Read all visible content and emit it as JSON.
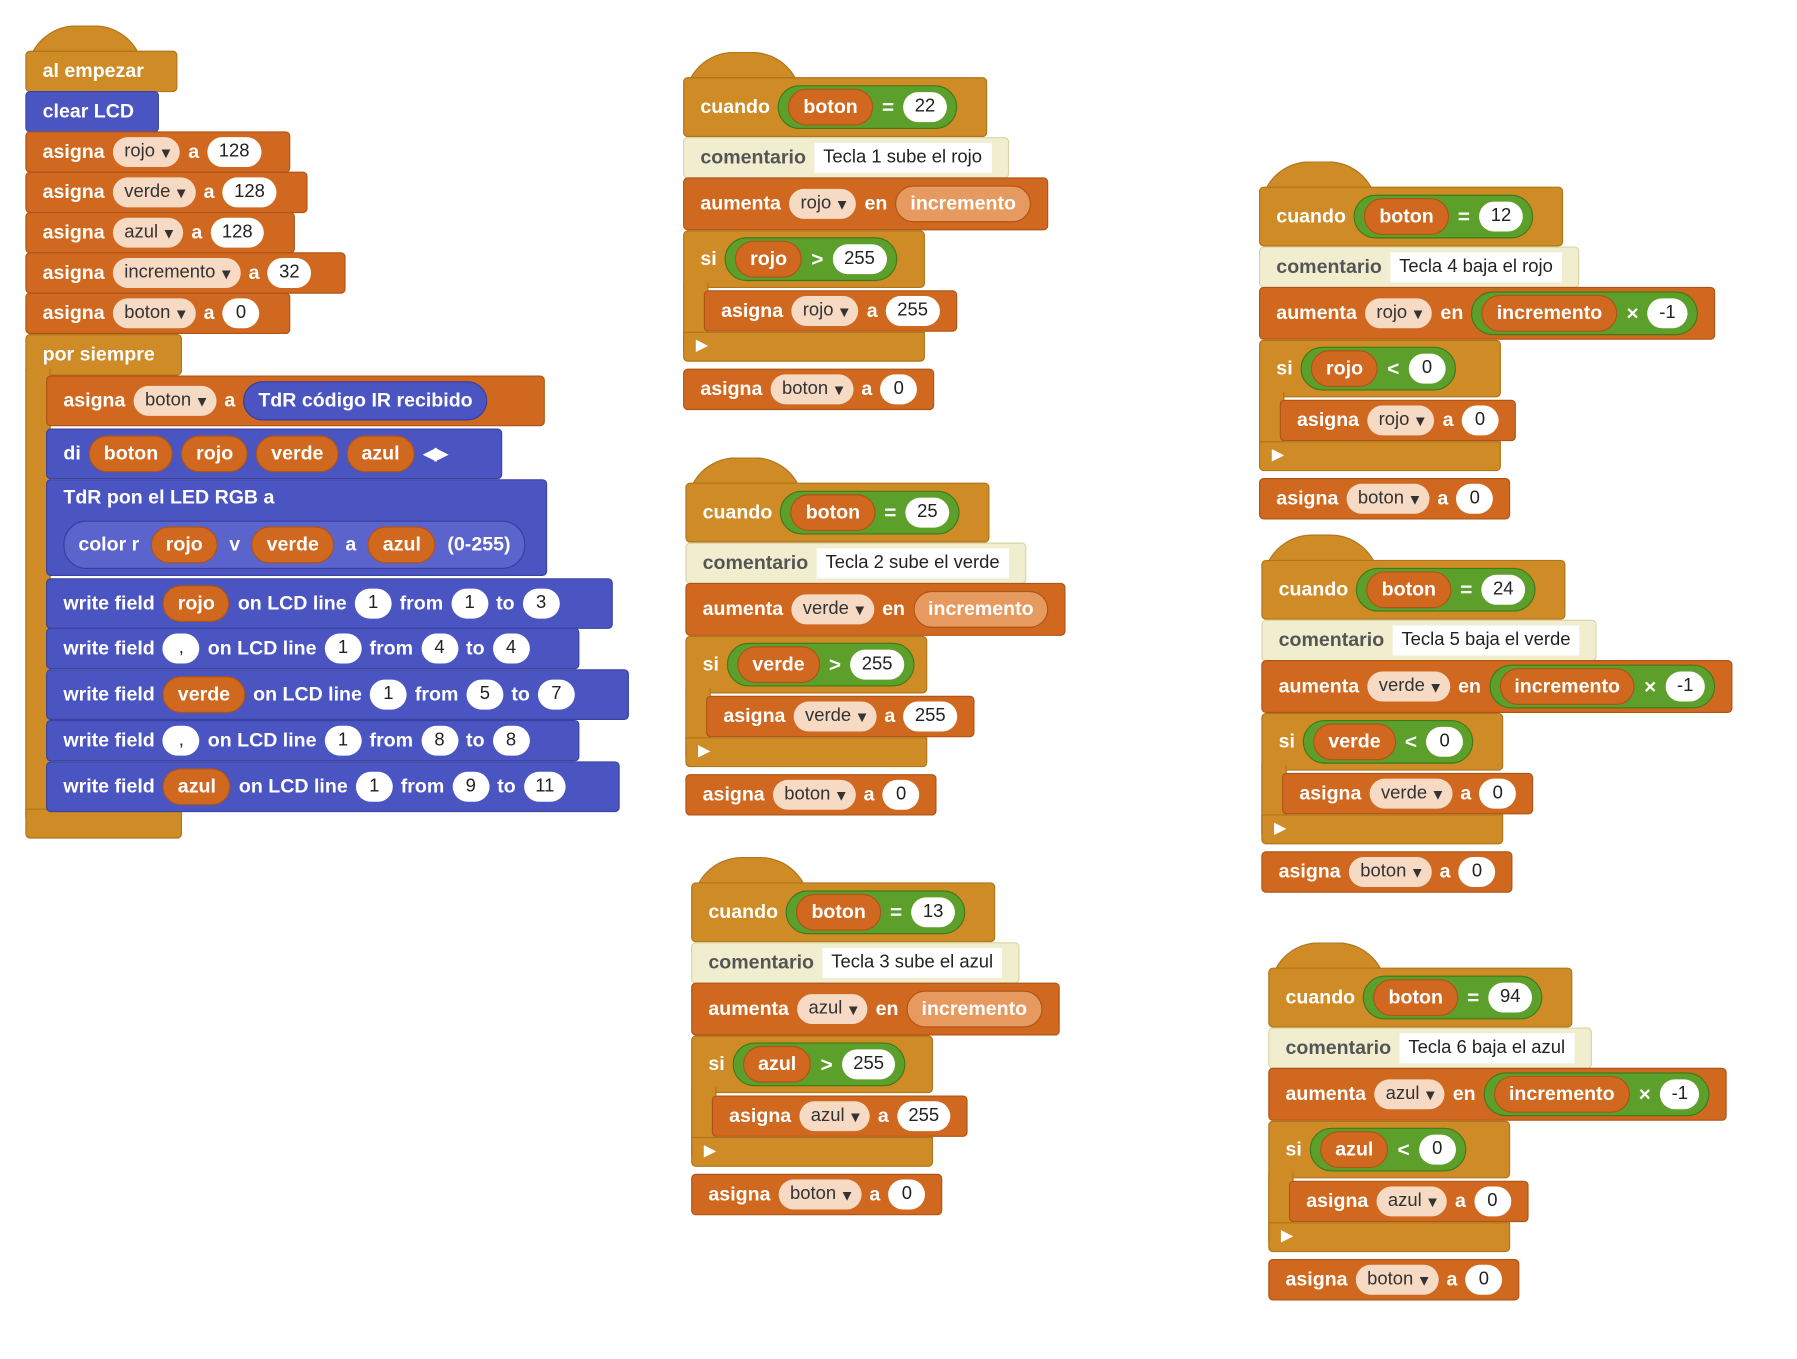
{
  "colors": {
    "events": "#cf8b25",
    "variables": "#d0691f",
    "lcd": "#4b55c2",
    "condition": "#5d9f2b",
    "comment": "#f1eecf"
  },
  "main": {
    "hat": "al empezar",
    "clear": "clear LCD",
    "assign_kw": "asigna",
    "a_kw": "a",
    "assigns": [
      {
        "var": "rojo",
        "value": "128"
      },
      {
        "var": "verde",
        "value": "128"
      },
      {
        "var": "azul",
        "value": "128"
      },
      {
        "var": "incremento",
        "value": "32"
      },
      {
        "var": "boton",
        "value": "0"
      }
    ],
    "forever": "por siempre",
    "loop_assign": {
      "var": "boton",
      "reporter": "TdR código IR recibido"
    },
    "say": {
      "kw": "di",
      "items": [
        "boton",
        "rojo",
        "verde",
        "azul"
      ]
    },
    "led": {
      "title": "TdR pon el LED RGB a",
      "color_kw": "color r",
      "r": "rojo",
      "v_kw": "v",
      "v": "verde",
      "a_kw": "a",
      "a": "azul",
      "range": "(0-255)"
    },
    "write_kw": "write field",
    "on_kw": "on LCD line",
    "from_kw": "from",
    "to_kw": "to",
    "writes": [
      {
        "field": "rojo",
        "line": "1",
        "from": "1",
        "to": "3"
      },
      {
        "field": ",",
        "line": "1",
        "from": "4",
        "to": "4"
      },
      {
        "field": "verde",
        "line": "1",
        "from": "5",
        "to": "7"
      },
      {
        "field": ",",
        "line": "1",
        "from": "8",
        "to": "8"
      },
      {
        "field": "azul",
        "line": "1",
        "from": "9",
        "to": "11"
      }
    ]
  },
  "handlers_kw": {
    "when": "cuando",
    "var": "boton",
    "eq": "=",
    "comment": "comentario",
    "increase": "aumenta",
    "en": "en",
    "incr": "incremento",
    "times": "×",
    "neg": "-1",
    "if": "si",
    "assign": "asigna",
    "a": "a",
    "zero": "0"
  },
  "handlers": [
    {
      "code": "22",
      "comment": "Tecla 1 sube el rojo",
      "var": "rojo",
      "op": ">",
      "limit": "255",
      "neg": false
    },
    {
      "code": "25",
      "comment": "Tecla 2 sube el verde",
      "var": "verde",
      "op": ">",
      "limit": "255",
      "neg": false
    },
    {
      "code": "13",
      "comment": "Tecla 3 sube el azul",
      "var": "azul",
      "op": ">",
      "limit": "255",
      "neg": false
    },
    {
      "code": "12",
      "comment": "Tecla 4 baja el rojo",
      "var": "rojo",
      "op": "<",
      "limit": "0",
      "neg": true
    },
    {
      "code": "24",
      "comment": "Tecla 5 baja el verde",
      "var": "verde",
      "op": "<",
      "limit": "0",
      "neg": true
    },
    {
      "code": "94",
      "comment": "Tecla 6 baja el azul",
      "var": "azul",
      "op": "<",
      "limit": "0",
      "neg": true
    }
  ]
}
